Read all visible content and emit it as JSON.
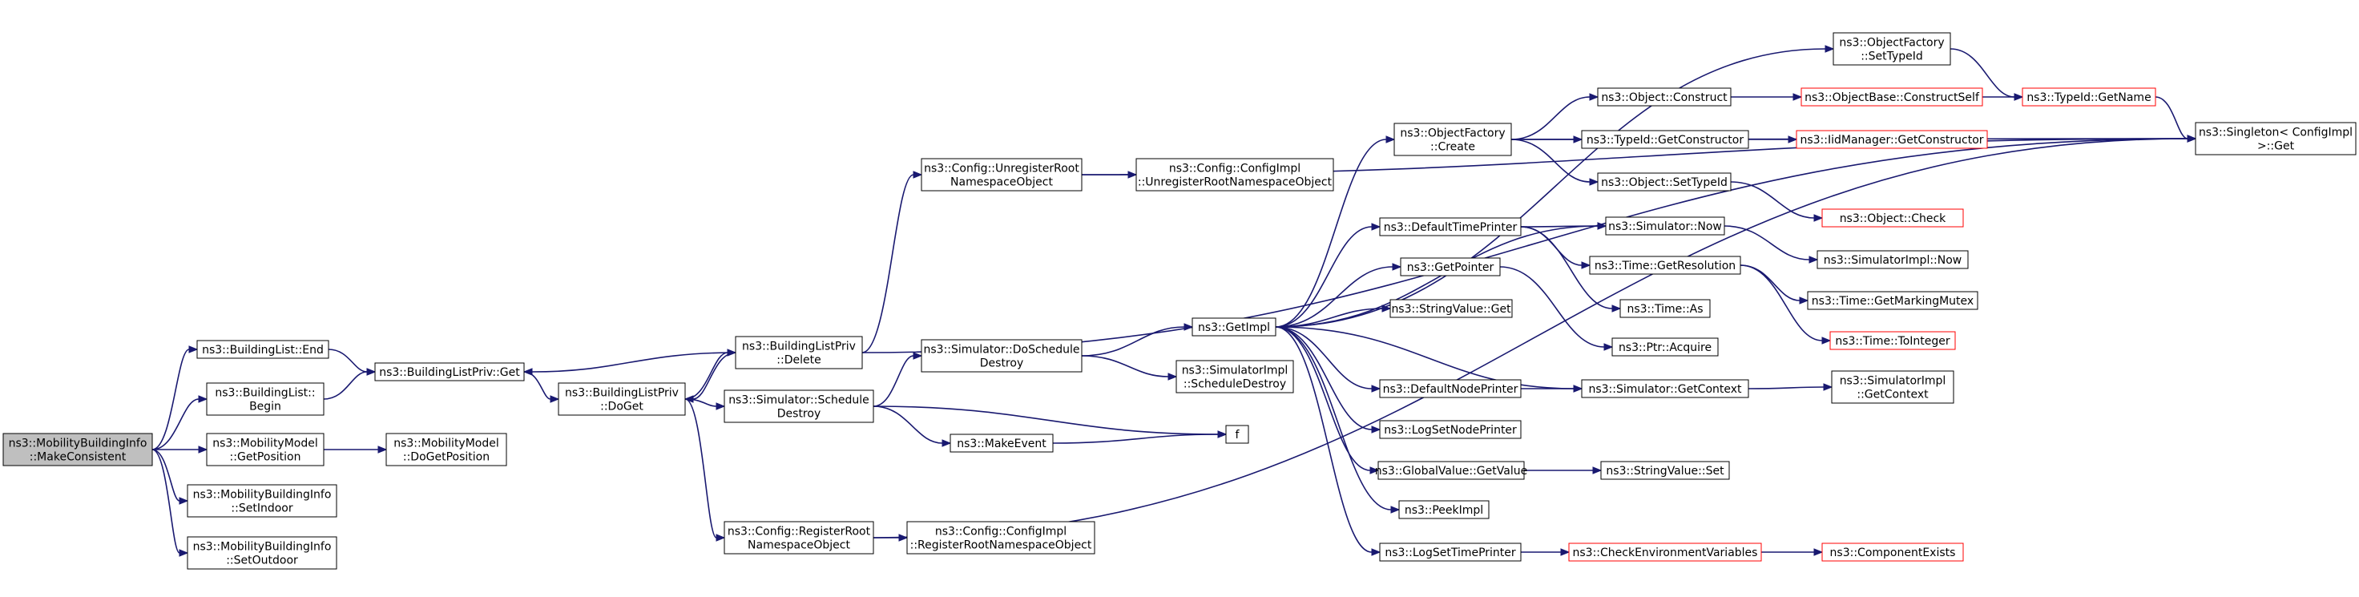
{
  "colors": {
    "root_fill": "#bfbfbf",
    "node_border": "#000000",
    "external_border": "#ff0000",
    "edge": "#191970"
  },
  "nodes": [
    {
      "id": "root",
      "lines": [
        "ns3::MobilityBuildingInfo",
        "::MakeConsistent"
      ],
      "kind": "root"
    },
    {
      "id": "bl_end",
      "lines": [
        "ns3::BuildingList::End"
      ]
    },
    {
      "id": "bl_begin",
      "lines": [
        "ns3::BuildingList::",
        "Begin"
      ]
    },
    {
      "id": "mm_getpos",
      "lines": [
        "ns3::MobilityModel",
        "::GetPosition"
      ]
    },
    {
      "id": "mbi_setin",
      "lines": [
        "ns3::MobilityBuildingInfo",
        "::SetIndoor"
      ]
    },
    {
      "id": "mbi_setout",
      "lines": [
        "ns3::MobilityBuildingInfo",
        "::SetOutdoor"
      ]
    },
    {
      "id": "blp_get",
      "lines": [
        "ns3::BuildingListPriv::Get"
      ]
    },
    {
      "id": "mm_dogetpos",
      "lines": [
        "ns3::MobilityModel",
        "::DoGetPosition"
      ]
    },
    {
      "id": "blp_doget",
      "lines": [
        "ns3::BuildingListPriv",
        "::DoGet"
      ]
    },
    {
      "id": "blp_delete",
      "lines": [
        "ns3::BuildingListPriv",
        "::Delete"
      ]
    },
    {
      "id": "sim_schdestroy",
      "lines": [
        "ns3::Simulator::Schedule",
        "Destroy"
      ]
    },
    {
      "id": "cfg_regroot",
      "lines": [
        "ns3::Config::RegisterRoot",
        "NamespaceObject"
      ]
    },
    {
      "id": "cfg_unregroot",
      "lines": [
        "ns3::Config::UnregisterRoot",
        "NamespaceObject"
      ]
    },
    {
      "id": "cfgimpl_unreg",
      "lines": [
        "ns3::Config::ConfigImpl",
        "::UnregisterRootNamespaceObject"
      ]
    },
    {
      "id": "cfgimpl_reg",
      "lines": [
        "ns3::Config::ConfigImpl",
        "::RegisterRootNamespaceObject"
      ]
    },
    {
      "id": "sim_doschdestroy",
      "lines": [
        "ns3::Simulator::DoSchedule",
        "Destroy"
      ]
    },
    {
      "id": "makeevent",
      "lines": [
        "ns3::MakeEvent"
      ]
    },
    {
      "id": "f",
      "lines": [
        "f"
      ]
    },
    {
      "id": "getimpl",
      "lines": [
        "ns3::GetImpl"
      ]
    },
    {
      "id": "simimpl_schdestroy",
      "lines": [
        "ns3::SimulatorImpl",
        "::ScheduleDestroy"
      ]
    },
    {
      "id": "objfact_create",
      "lines": [
        "ns3::ObjectFactory",
        "::Create"
      ]
    },
    {
      "id": "deftimeprinter",
      "lines": [
        "ns3::DefaultTimePrinter"
      ]
    },
    {
      "id": "getpointer",
      "lines": [
        "ns3::GetPointer"
      ]
    },
    {
      "id": "stringvalue_get",
      "lines": [
        "ns3::StringValue::Get"
      ]
    },
    {
      "id": "defnodeprinter",
      "lines": [
        "ns3::DefaultNodePrinter"
      ]
    },
    {
      "id": "logsetnodeprinter",
      "lines": [
        "ns3::LogSetNodePrinter"
      ]
    },
    {
      "id": "globalvalue_getvalue",
      "lines": [
        "ns3::GlobalValue::GetValue"
      ]
    },
    {
      "id": "peekimpl",
      "lines": [
        "ns3::PeekImpl"
      ]
    },
    {
      "id": "logsettimeprinter",
      "lines": [
        "ns3::LogSetTimePrinter"
      ]
    },
    {
      "id": "objfact_settypeid",
      "lines": [
        "ns3::ObjectFactory",
        "::SetTypeId"
      ]
    },
    {
      "id": "object_construct",
      "lines": [
        "ns3::Object::Construct"
      ]
    },
    {
      "id": "typeid_getconstructor",
      "lines": [
        "ns3::TypeId::GetConstructor"
      ]
    },
    {
      "id": "object_settypeid",
      "lines": [
        "ns3::Object::SetTypeId"
      ]
    },
    {
      "id": "sim_now",
      "lines": [
        "ns3::Simulator::Now"
      ]
    },
    {
      "id": "time_getresolution",
      "lines": [
        "ns3::Time::GetResolution"
      ]
    },
    {
      "id": "time_as",
      "lines": [
        "ns3::Time::As"
      ]
    },
    {
      "id": "ptr_acquire",
      "lines": [
        "ns3::Ptr::Acquire"
      ]
    },
    {
      "id": "sim_getcontext",
      "lines": [
        "ns3::Simulator::GetContext"
      ]
    },
    {
      "id": "stringvalue_set",
      "lines": [
        "ns3::StringValue::Set"
      ]
    },
    {
      "id": "checkenv",
      "lines": [
        "ns3::CheckEnvironmentVariables"
      ],
      "kind": "ext"
    },
    {
      "id": "objbase_constructself",
      "lines": [
        "ns3::ObjectBase::ConstructSelf"
      ],
      "kind": "ext"
    },
    {
      "id": "iidmanager_getconstructor",
      "lines": [
        "ns3::IidManager::GetConstructor"
      ],
      "kind": "ext"
    },
    {
      "id": "object_check",
      "lines": [
        "ns3::Object::Check"
      ],
      "kind": "ext"
    },
    {
      "id": "simimpl_now",
      "lines": [
        "ns3::SimulatorImpl::Now"
      ]
    },
    {
      "id": "time_getmarkingmutex",
      "lines": [
        "ns3::Time::GetMarkingMutex"
      ]
    },
    {
      "id": "time_tointeger",
      "lines": [
        "ns3::Time::ToInteger"
      ],
      "kind": "ext"
    },
    {
      "id": "simimpl_getcontext",
      "lines": [
        "ns3::SimulatorImpl",
        "::GetContext"
      ]
    },
    {
      "id": "componentexists",
      "lines": [
        "ns3::ComponentExists"
      ],
      "kind": "ext"
    },
    {
      "id": "typeid_getname",
      "lines": [
        "ns3::TypeId::GetName"
      ],
      "kind": "ext"
    },
    {
      "id": "singleton_get",
      "lines": [
        "ns3::Singleton< ConfigImpl",
        " >::Get"
      ]
    }
  ],
  "edges": [
    [
      "root",
      "bl_end"
    ],
    [
      "root",
      "bl_begin"
    ],
    [
      "root",
      "mm_getpos"
    ],
    [
      "root",
      "mbi_setin"
    ],
    [
      "root",
      "mbi_setout"
    ],
    [
      "bl_end",
      "blp_get"
    ],
    [
      "bl_begin",
      "blp_get"
    ],
    [
      "mm_getpos",
      "mm_dogetpos"
    ],
    [
      "blp_get",
      "blp_doget"
    ],
    [
      "blp_delete",
      "blp_get"
    ],
    [
      "blp_delete",
      "blp_doget"
    ],
    [
      "blp_doget",
      "blp_delete"
    ],
    [
      "blp_doget",
      "sim_schdestroy"
    ],
    [
      "blp_doget",
      "cfg_regroot"
    ],
    [
      "blp_delete",
      "cfg_unregroot"
    ],
    [
      "cfg_unregroot",
      "cfgimpl_unreg"
    ],
    [
      "cfg_unregroot",
      "singleton_get"
    ],
    [
      "cfg_regroot",
      "cfgimpl_reg"
    ],
    [
      "cfg_regroot",
      "singleton_get"
    ],
    [
      "sim_schdestroy",
      "sim_doschdestroy"
    ],
    [
      "sim_schdestroy",
      "makeevent"
    ],
    [
      "sim_schdestroy",
      "f"
    ],
    [
      "makeevent",
      "f"
    ],
    [
      "sim_doschdestroy",
      "getimpl"
    ],
    [
      "sim_doschdestroy",
      "simimpl_schdestroy"
    ],
    [
      "getimpl",
      "objfact_settypeid"
    ],
    [
      "getimpl",
      "objfact_create"
    ],
    [
      "getimpl",
      "sim_now"
    ],
    [
      "getimpl",
      "deftimeprinter"
    ],
    [
      "getimpl",
      "getpointer"
    ],
    [
      "getimpl",
      "stringvalue_get"
    ],
    [
      "getimpl",
      "sim_getcontext"
    ],
    [
      "getimpl",
      "defnodeprinter"
    ],
    [
      "getimpl",
      "logsetnodeprinter"
    ],
    [
      "getimpl",
      "globalvalue_getvalue"
    ],
    [
      "getimpl",
      "peekimpl"
    ],
    [
      "getimpl",
      "logsettimeprinter"
    ],
    [
      "objfact_settypeid",
      "typeid_getname"
    ],
    [
      "objfact_create",
      "object_construct"
    ],
    [
      "objfact_create",
      "typeid_getconstructor"
    ],
    [
      "objfact_create",
      "object_settypeid"
    ],
    [
      "objfact_create",
      "singleton_get"
    ],
    [
      "object_construct",
      "objbase_constructself"
    ],
    [
      "objbase_constructself",
      "typeid_getname"
    ],
    [
      "typeid_getname",
      "singleton_get"
    ],
    [
      "typeid_getconstructor",
      "iidmanager_getconstructor"
    ],
    [
      "object_settypeid",
      "object_check"
    ],
    [
      "deftimeprinter",
      "sim_now"
    ],
    [
      "deftimeprinter",
      "time_getresolution"
    ],
    [
      "deftimeprinter",
      "time_as"
    ],
    [
      "sim_now",
      "simimpl_now"
    ],
    [
      "time_getresolution",
      "time_getmarkingmutex"
    ],
    [
      "time_getresolution",
      "time_tointeger"
    ],
    [
      "getpointer",
      "ptr_acquire"
    ],
    [
      "defnodeprinter",
      "sim_getcontext"
    ],
    [
      "sim_getcontext",
      "simimpl_getcontext"
    ],
    [
      "globalvalue_getvalue",
      "stringvalue_set"
    ],
    [
      "logsettimeprinter",
      "checkenv"
    ],
    [
      "checkenv",
      "componentexists"
    ],
    [
      "blp_delete",
      "singleton_get"
    ]
  ]
}
